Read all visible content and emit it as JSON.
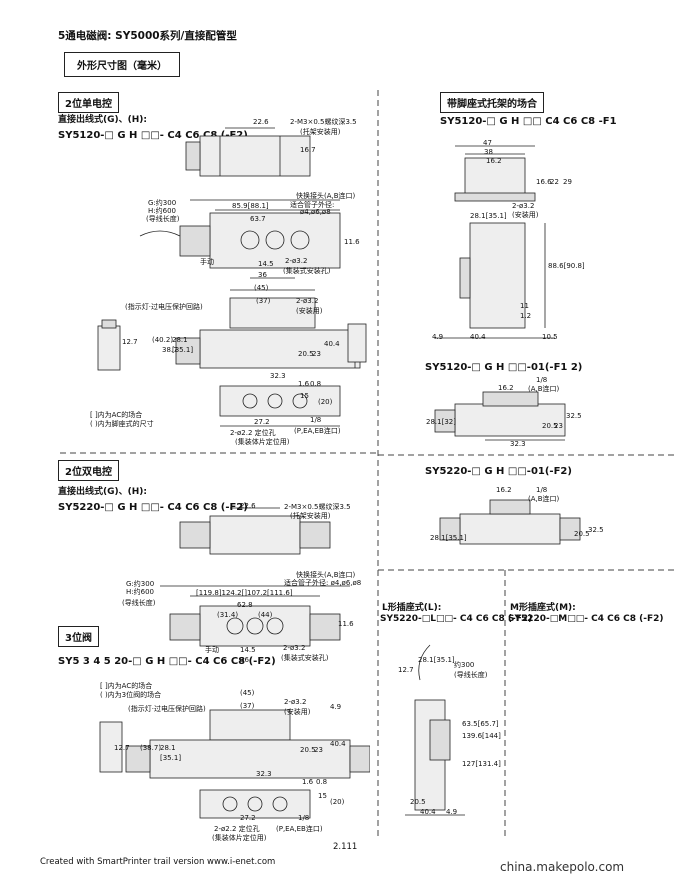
{
  "page": {
    "title": "5通电磁阀: SY5000系列/直接配管型",
    "subtitle": "外形尺寸图（毫米）",
    "page_number": "2.111"
  },
  "sections": {
    "single": {
      "label": "2位单电控",
      "entry": "直接出线式(G)、(H):",
      "model": "SY5120-□ G H □□- C4 C6 C8 (-F2)",
      "dims": {
        "d1": "22.6",
        "d2": "2-M3×0.5螺纹深3.5",
        "d3": "(托架安装用)",
        "d4": "16.7",
        "lead": "G:约300",
        "lead2": "H:约600",
        "lead3": "(导线长度)",
        "d5": "85.9[88.1]",
        "d6": "63.7",
        "d7": "快换接头(A,B连口)",
        "d8": "适合管子外径:",
        "d9": "ø4,ø6,ø8",
        "d10": "11.6",
        "manual": "手动",
        "d11": "14.5",
        "d12": "36",
        "d13": "2-ø3.2",
        "d14": "(集装式安装孔)",
        "d15": "(45)",
        "d16": "(37)",
        "d17": "2-ø3.2",
        "d18": "(安装用)",
        "ind": "(指示灯·过电压保护回路)",
        "d19": "(40.2)",
        "d20": "38.7",
        "d21": "28.1",
        "d22": "[35.1]",
        "d23": "12.7",
        "d24": "20.5",
        "d25": "23",
        "d26": "40.4",
        "d27": "32.3",
        "d28": "15",
        "d29": "(20)",
        "d30": "0.8",
        "d31": "1.6",
        "d32": "27.2",
        "d33": "1/8",
        "d34": "(P,EA,EB连口)",
        "d35": "2-ø2.2 定位孔",
        "d36": "(集装体片定位用)",
        "note1": "[  ]内为AC的场合",
        "note2": "(  )内为脚座式的尺寸"
      }
    },
    "bracket": {
      "label": "带脚座式托架的场合",
      "model": "SY5120-□ G H □□ C4 C6 C8 -F1",
      "dims": {
        "d1": "47",
        "d2": "38",
        "d3": "16.2",
        "d4": "16.6",
        "d5": "22",
        "d6": "29",
        "d7": "2-ø3.2",
        "d8": "(安装用)",
        "d9": "28.1[35.1]",
        "d10": "88.6[90.8]",
        "d11": "11",
        "d12": "1.2",
        "d13": "4.9",
        "d14": "40.4",
        "d15": "10.5"
      }
    },
    "f12": {
      "model": "SY5120-□ G H □□-01(-F1 2)",
      "dims": {
        "d1": "16.2",
        "d2": "1/8",
        "d3": "(A,B连口)",
        "d4": "28.1[32]",
        "d5": "20.5",
        "d6": "23",
        "d7": "32.5",
        "d8": "32.3"
      }
    },
    "double": {
      "label": "2位双电控",
      "entry": "直接出线式(G)、(H):",
      "model": "SY5220-□ G H □□- C4 C6 C8 (-F2)",
      "dims": {
        "d1": "22.6",
        "d2": "2-M3×0.5螺纹深3.5",
        "d3": "(托架安装用)",
        "lead": "G:约300",
        "lead2": "H:约600",
        "lead3": "(导线长度)",
        "d4": "快换接头(A,B连口)",
        "d5": "适合管子外径: ø4,ø6,ø8",
        "d6": "[119.8]124.2[]107.2[111.6]",
        "d7": "62.8",
        "d8": "(31.4)",
        "d9": "(44)",
        "d10": "11.6",
        "manual": "手动",
        "d11": "14.5",
        "d12": "36",
        "d13": "2-ø3.2",
        "d14": "(集装式安装孔)"
      }
    },
    "double01": {
      "model": "SY5220-□ G H □□-01(-F2)",
      "dims": {
        "d1": "16.2",
        "d2": "1/8",
        "d3": "(A,B连口)",
        "d4": "28.1[35.1]",
        "d5": "20.5",
        "d6": "32.5"
      }
    },
    "three": {
      "label": "3位阀",
      "model": "SY5 3 4 5 20-□ G H □□- C4 C6 C8 (-F2)",
      "dims": {
        "note1": "[  ]内为AC的场合",
        "note2": "(  )内为3位阀的场合",
        "ind": "(指示灯·过电压保护回路)",
        "d1": "(45)",
        "d2": "(37)",
        "d3": "2-ø3.2",
        "d4": "(安装用)",
        "d5": "4.9",
        "d6": "12.7",
        "d7": "(38.7)",
        "d8": "28.1",
        "d9": "[35.1]",
        "d10": "20.5",
        "d11": "23",
        "d12": "40.4",
        "d13": "32.3",
        "d14": "1.6",
        "d15": "0.8",
        "d16": "15",
        "d17": "(20)",
        "d18": "27.2",
        "d19": "1/8",
        "d20": "2-ø2.2 定位孔",
        "d21": "(集装体片定位用)",
        "d22": "(P,EA,EB连口)"
      }
    },
    "lplug": {
      "label": "L形插座式(L):",
      "model": "SY5220-□L□□- C4 C6 C8 (-F2)",
      "dims": {
        "d1": "28.1[35.1]",
        "d2": "12.7",
        "d3": "约300",
        "d4": "(导线长度)",
        "d5": "63.5[65.7]",
        "d6": "139.6[144]",
        "d7": "127[131.4]",
        "d8": "20.5",
        "d9": "40.4",
        "d10": "4.9"
      }
    },
    "mplug": {
      "label": "M形插座式(M):",
      "model": "SY5220-□M□□- C4 C6 C8 (-F2)"
    }
  },
  "footer": {
    "credit": "Created with SmartPrinter trail version www.i-enet.com",
    "watermark": "china.makepolo.com"
  }
}
